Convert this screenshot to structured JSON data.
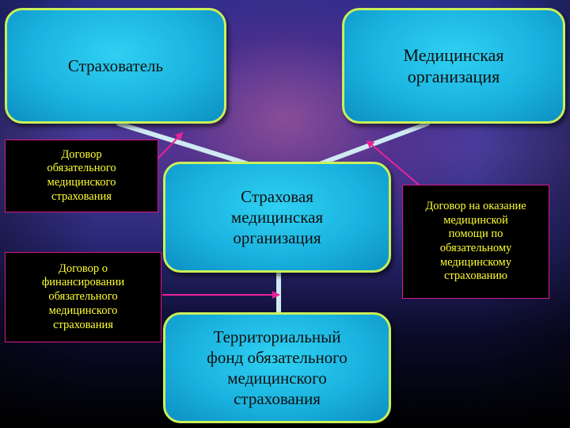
{
  "nodes": {
    "insurer": "Страхователь",
    "medical_org": "Медицинская\nорганизация",
    "insurance_company": "Страховая\nмедицинская\nорганизация",
    "territorial_fund": "Территориальный\nфонд обязательного\nмедицинского\nстрахования"
  },
  "notes": {
    "compulsory_contract": "Договор\nобязательного\nмедицинского\nстрахования",
    "financing_contract": "Договор о\nфинансировании\nобязательного\nмедицинского\nстрахования",
    "care_contract": "Договор на оказание\nмедицинской\nпомощи по\nобязательному\nмедицинскому\nстрахованию"
  },
  "colors": {
    "node_fill": "#1ab3e0",
    "node_border": "#c8f05a",
    "note_border": "#d8188a",
    "note_text": "#ffff33",
    "arrow": "#e8229a",
    "link": "#cfeaf2"
  }
}
